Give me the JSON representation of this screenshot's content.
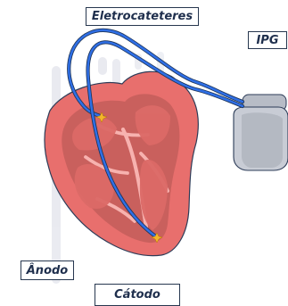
{
  "labels": {
    "top": "Eletrocateteres",
    "ipg": "IPG",
    "anodo": "Ânodo",
    "catodo": "Cátodo"
  },
  "colors": {
    "lead": "#2f6fe6",
    "lead_outline": "#1e3458",
    "heart_outer": "#e86f6d",
    "heart_inner": "#c65e5c",
    "heart_septum": "#f7b2af",
    "heart_stripe": "#d5d9e6",
    "device": "#c8ccd5",
    "device_dark": "#8f95a1",
    "sparkle": "#f3b52c"
  }
}
